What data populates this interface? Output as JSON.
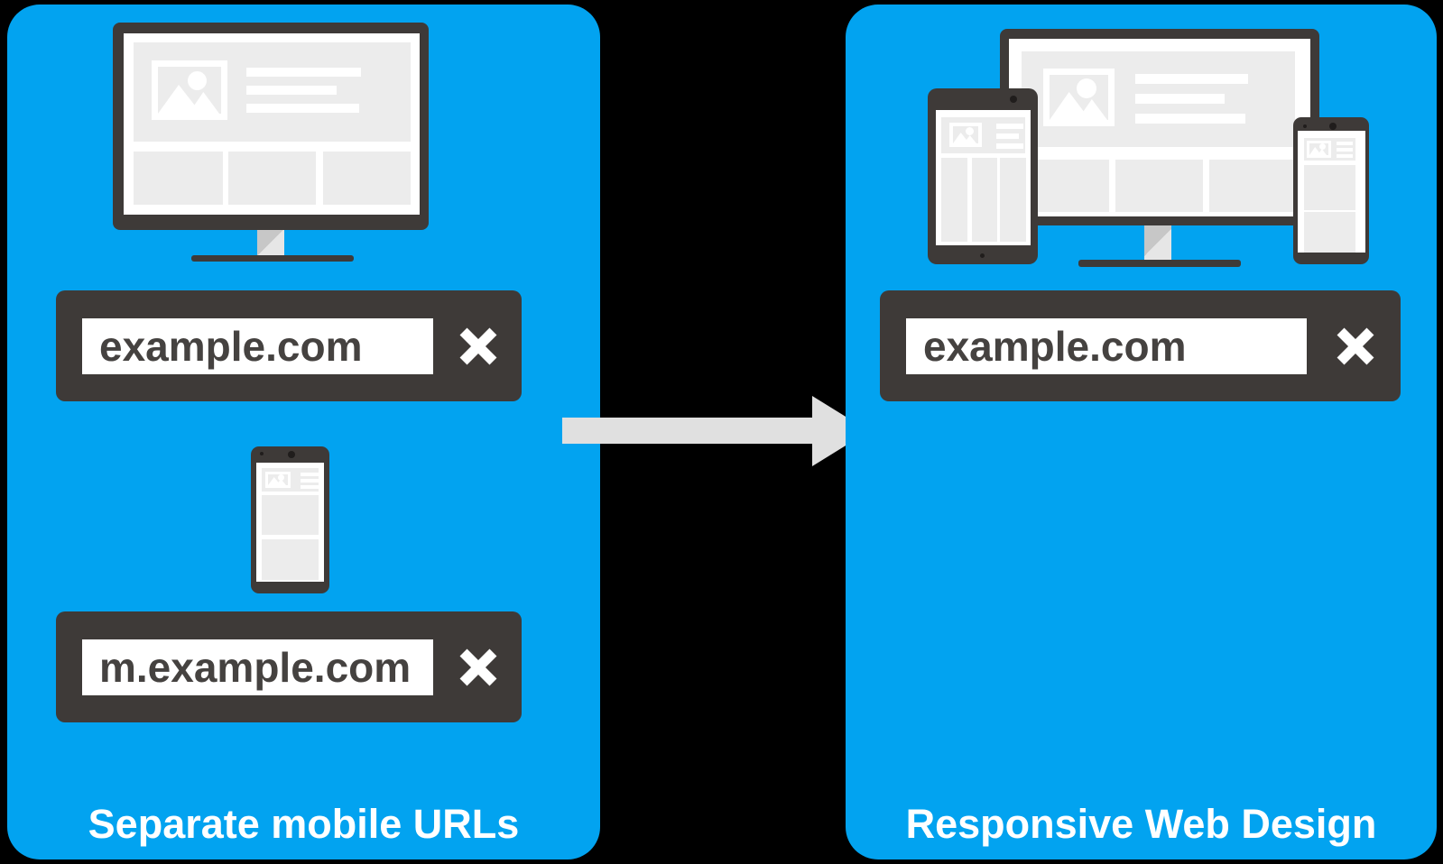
{
  "colors": {
    "background": "#000000",
    "panel_blue": "#02a3f0",
    "device_dark": "#3e3a38",
    "content_gray": "#ececec",
    "arrow_gray": "#e0e0e0",
    "url_text": "#454240",
    "caption_text": "#ffffff"
  },
  "left_panel": {
    "caption": "Separate mobile URLs",
    "devices": [
      "desktop-monitor",
      "smartphone"
    ],
    "address_bars": [
      {
        "url": "example.com",
        "close_icon": "x-icon"
      },
      {
        "url": "m.example.com",
        "close_icon": "x-icon"
      }
    ]
  },
  "arrow": {
    "icon": "right-arrow-icon",
    "direction": "right"
  },
  "right_panel": {
    "caption": "Responsive Web Design",
    "devices": [
      "tablet",
      "desktop-monitor",
      "smartphone"
    ],
    "address_bars": [
      {
        "url": "example.com",
        "close_icon": "x-icon"
      }
    ]
  }
}
